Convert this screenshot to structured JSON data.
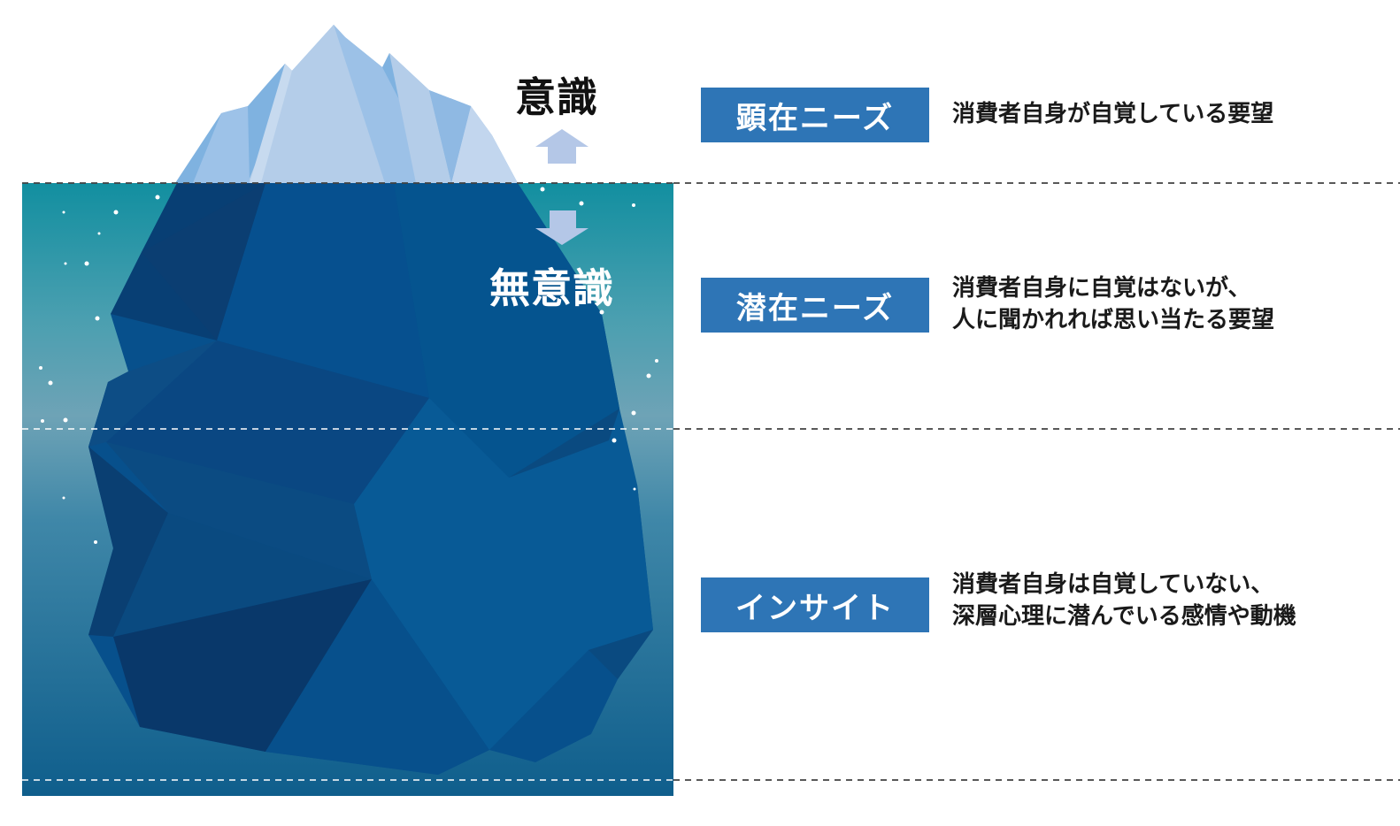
{
  "awareness": {
    "conscious_label": "意識",
    "unconscious_label": "無意識"
  },
  "levels": [
    {
      "label": "顕在ニーズ",
      "description_lines": [
        "消費者自身が自覚している要望"
      ]
    },
    {
      "label": "潜在ニーズ",
      "description_lines": [
        "消費者自身に自覚はないが、",
        "人に聞かれれば思い当たる要望"
      ]
    },
    {
      "label": "インサイト",
      "description_lines": [
        "消費者自身は自覚していない、",
        "深層心理に潜んでいる感情や動機"
      ]
    }
  ],
  "colors": {
    "label_box": "#2e75b6",
    "water_top": "#17909f",
    "water_bottom": "#0f5f8a",
    "ice_light": "#b4cde9",
    "ice_mid": "#7fb2e0",
    "berg_dark": "#0d4377",
    "berg_mid": "#07508c",
    "arrow": "#b4c7e7"
  }
}
